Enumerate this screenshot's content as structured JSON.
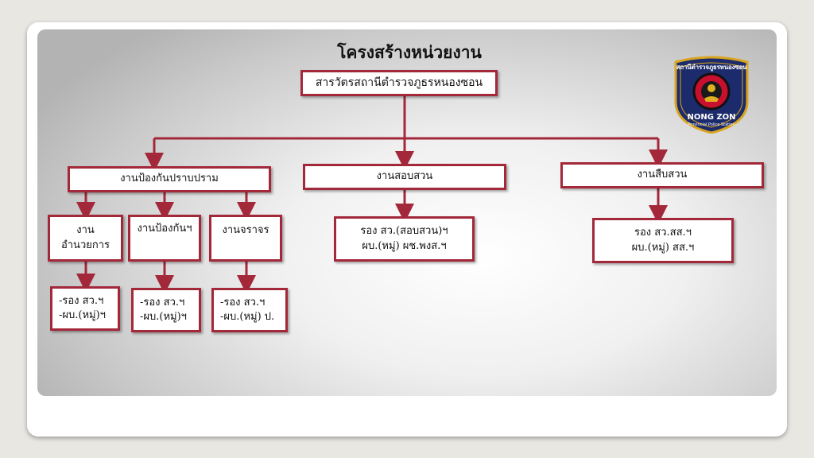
{
  "title": "โครงสร้างหน่วยงาน",
  "root": "สารวัตรสถานีตำรวจภูธรหนองซอน",
  "divisions": {
    "prevention": "งานป้องกันปราบปราม",
    "investigation": "งานสอบสวน",
    "inquiry": "งานสืบสวน"
  },
  "prevention_units": {
    "admin": {
      "line1": "งาน",
      "line2": "อำนวยการ"
    },
    "prevent": "งานป้องกันฯ",
    "traffic": "งานจราจร"
  },
  "prevention_staff": {
    "admin": {
      "line1": "-รอง สว.ฯ",
      "line2": "-ผบ.(หมู่)ฯ"
    },
    "prevent": {
      "line1": "-รอง สว.ฯ",
      "line2": "-ผบ.(หมู่)ฯ"
    },
    "traffic": {
      "line1": "-รอง สว.ฯ",
      "line2": "-ผบ.(หมู่) ป."
    }
  },
  "investigation_staff": {
    "line1": "รอง สว.(สอบสวน)ฯ",
    "line2": "ผบ.(หมู่) ผช.พงส.ฯ"
  },
  "inquiry_staff": {
    "line1": "รอง สว.สส.ฯ",
    "line2": "ผบ.(หมู่) สส.ฯ"
  },
  "logo": {
    "top_text": "สถานีตำรวจภูธรหนองซอน",
    "name": "NONG ZON",
    "subtitle": "Provincial Police Station",
    "icon": "police-badge-icon"
  },
  "colors": {
    "line": "#a3283a",
    "logo_blue": "#1c2b6b",
    "logo_red": "#c8102e"
  }
}
